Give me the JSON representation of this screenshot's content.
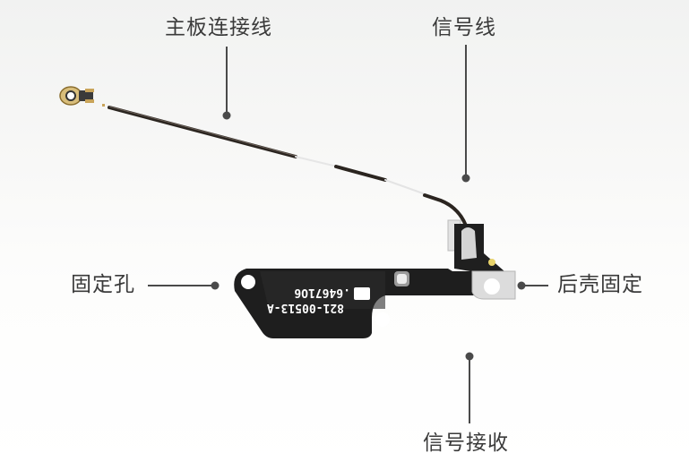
{
  "diagram": {
    "subject": "iPhone signal antenna flex cable",
    "labels": {
      "mainboard_cable": "主板连接线",
      "signal_cable": "信号线",
      "mounting_hole": "固定孔",
      "back_shell_mount": "后壳固定",
      "signal_receiver": "信号接收"
    },
    "part_markings": {
      "line1": "821-00513-A",
      "line2": ".64671O6"
    },
    "colors": {
      "pointer": "#4a4a4a",
      "text": "#3a3a3a",
      "board": "#1e1e1e",
      "metal": "#d9d9d9",
      "connector_gold": "#c9a45a"
    }
  }
}
